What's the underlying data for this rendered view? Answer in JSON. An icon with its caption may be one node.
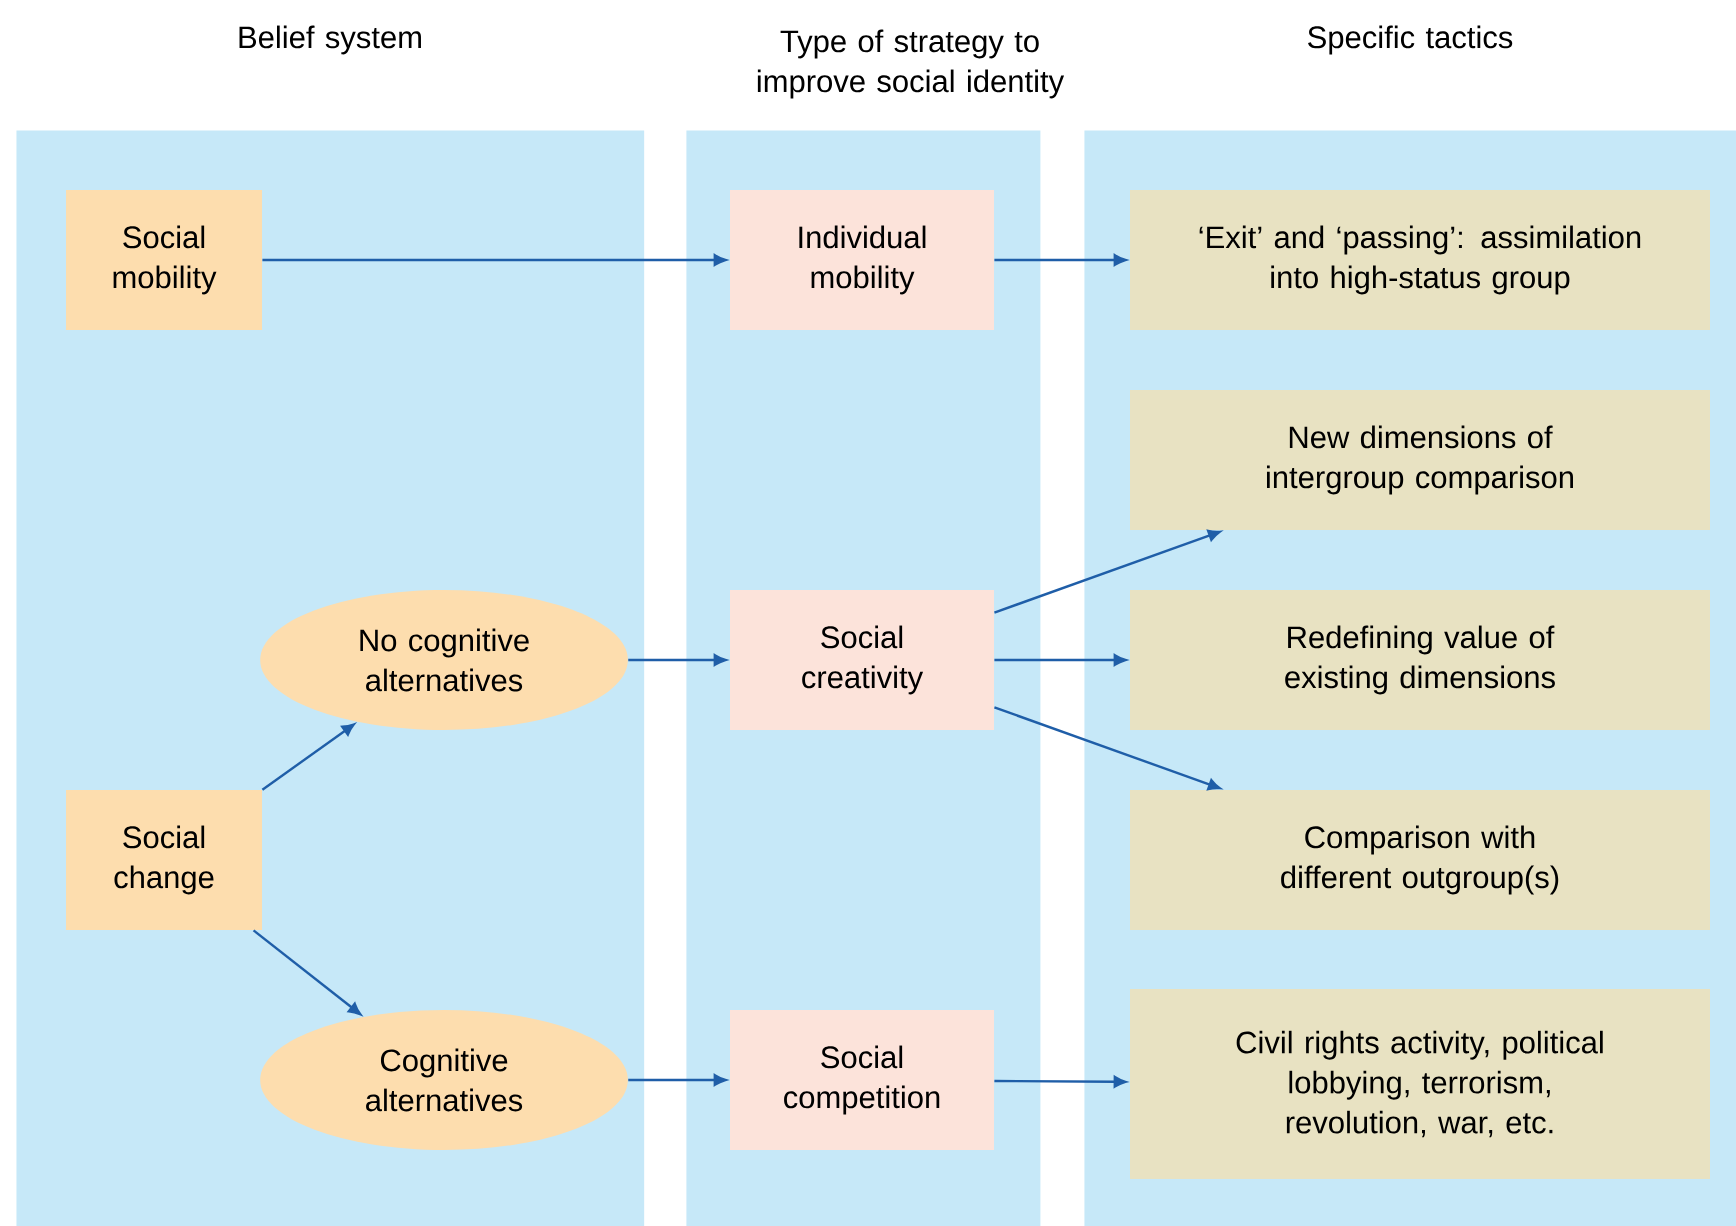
{
  "diagram": {
    "nodes": [
      {
        "text": [
          "Belief system"
        ]
      },
      {
        "text": [
          "Type of strategy to improve social identity"
        ]
      },
      {
        "text": [
          "Specific tactics"
        ]
      },
      {
        "text": [
          "Social mobility"
        ],
        "in": 0
      },
      {
        "text": [
          "No cognitive alternatives"
        ],
        "in": 0
      },
      {
        "text": [
          "Social change"
        ],
        "in": 0
      },
      {
        "text": [
          "Cognitive alternatives"
        ],
        "in": 0
      },
      {
        "text": [
          "Individual mobility"
        ],
        "in": 1
      },
      {
        "text": [
          "Social creativity"
        ],
        "in": 1
      },
      {
        "text": [
          "Social competition"
        ],
        "in": 1
      },
      {
        "text": [
          "‘Exit’ and ‘passing’: assimilation into high-status group"
        ],
        "in": 2
      },
      {
        "text": [
          "New dimensions of intergroup comparison"
        ],
        "in": 2
      },
      {
        "text": [
          "Redefining value of existing dimensions"
        ],
        "in": 2
      },
      {
        "text": [
          "Comparison with different outgroup(s)"
        ],
        "in": 2
      },
      {
        "text": [
          "Civil rights activity, political lobbying, terrorism, revolution, war, etc."
        ],
        "in": 2
      }
    ],
    "edges": [
      {
        "from": 3,
        "to": 7,
        "arrow": "to"
      },
      {
        "from": 7,
        "to": 10,
        "arrow": "to"
      },
      {
        "from": 5,
        "to": 4,
        "arrow": "to"
      },
      {
        "from": 5,
        "to": 6,
        "arrow": "to"
      },
      {
        "from": 4,
        "to": 8,
        "arrow": "to"
      },
      {
        "from": 6,
        "to": 9,
        "arrow": "to"
      },
      {
        "from": 8,
        "to": 11,
        "arrow": "to"
      },
      {
        "from": 8,
        "to": 12,
        "arrow": "to"
      },
      {
        "from": 8,
        "to": 13,
        "arrow": "to"
      },
      {
        "from": 9,
        "to": 14,
        "arrow": "to"
      }
    ]
  }
}
